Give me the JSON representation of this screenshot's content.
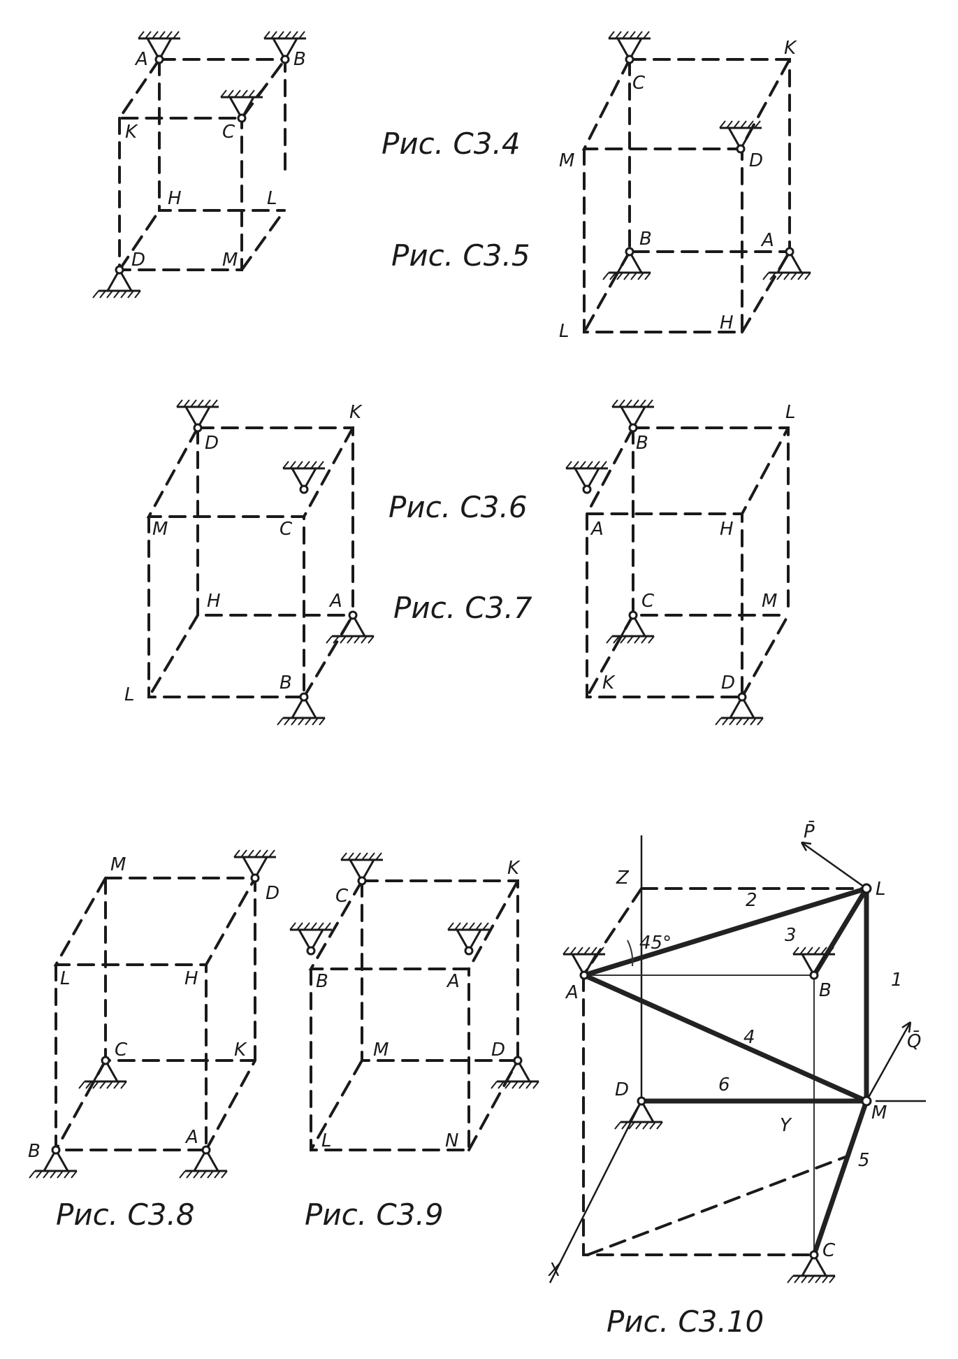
{
  "captions": {
    "c34": "Рис. С3.4",
    "c35": "Рис. С3.5",
    "c36": "Рис. С3.6",
    "c37": "Рис. С3.7",
    "c38": "Рис. С3.8",
    "c39": "Рис. С3.9",
    "c310": "Рис. С3.10"
  },
  "fig34": {
    "A": "A",
    "B": "B",
    "K": "K",
    "C": "C",
    "H": "H",
    "L": "L",
    "D": "D",
    "M": "M"
  },
  "fig35": {
    "K": "K",
    "C": "C",
    "M": "M",
    "D": "D",
    "B": "B",
    "A": "A",
    "L": "L",
    "H": "H"
  },
  "fig36": {
    "D": "D",
    "K": "K",
    "M": "M",
    "C": "C",
    "H": "H",
    "A": "A",
    "L": "L",
    "B": "B"
  },
  "fig37": {
    "L": "L",
    "B": "B",
    "A": "A",
    "H": "H",
    "C": "C",
    "M": "M",
    "K": "K",
    "D": "D"
  },
  "fig38": {
    "M": "M",
    "D": "D",
    "L": "L",
    "H": "H",
    "C": "C",
    "K": "K",
    "B": "B",
    "A": "A"
  },
  "fig39": {
    "C": "C",
    "K": "K",
    "B": "B",
    "A": "A",
    "M": "M",
    "D": "D",
    "L": "L",
    "N": "N"
  },
  "fig310": {
    "P": "P̄",
    "Z": "Z",
    "L": "L",
    "A": "A",
    "B": "B",
    "angle": "45°",
    "Q": "Q̄",
    "D": "D",
    "M": "M",
    "C": "C",
    "X": "X",
    "Y": "Y",
    "rods": [
      "1",
      "2",
      "3",
      "4",
      "5",
      "6"
    ]
  }
}
